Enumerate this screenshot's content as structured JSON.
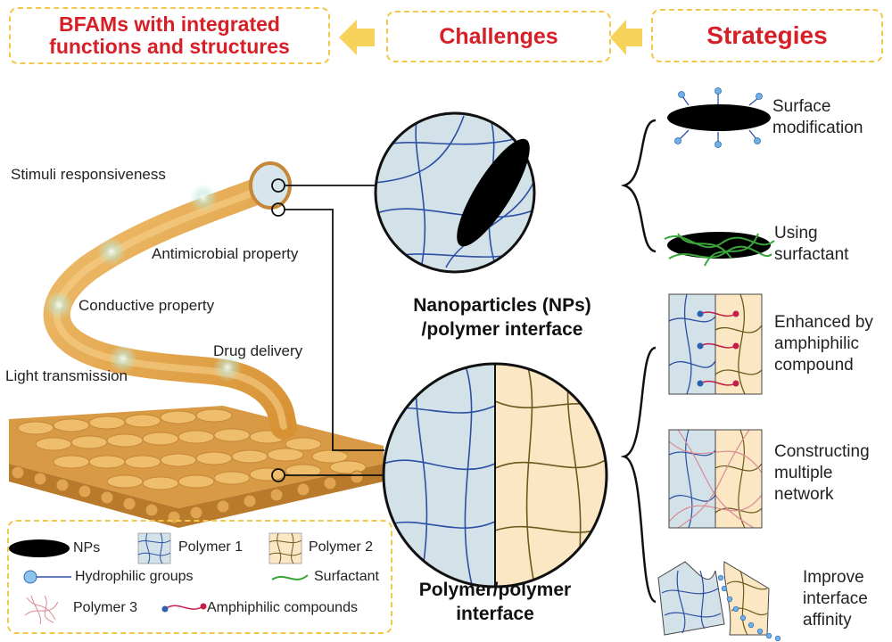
{
  "header": {
    "bfams_line1": "BFAMs with integrated",
    "bfams_line2": "functions and structures",
    "challenges": "Challenges",
    "strategies": "Strategies"
  },
  "fiber_labels": {
    "stimuli": "Stimuli responsiveness",
    "antimicrobial": "Antimicrobial property",
    "conductive": "Conductive property",
    "drug": "Drug delivery",
    "light": "Light transmission"
  },
  "interfaces": {
    "np_line1": "Nanoparticles (NPs)",
    "np_line2": "/polymer interface",
    "pp_line1": "Polymer/polymer",
    "pp_line2": "interface"
  },
  "strategies": {
    "surface_1": "Surface",
    "surface_2": "modification",
    "surfactant_1": "Using",
    "surfactant_2": "surfactant",
    "amph_1": "Enhanced by",
    "amph_2": "amphiphilic",
    "amph_3": "compound",
    "multi_1": "Constructing",
    "multi_2": "multiple",
    "multi_3": "network",
    "affinity_1": "Improve",
    "affinity_2": "interface",
    "affinity_3": "affinity"
  },
  "legend": {
    "nps": "NPs",
    "polymer1": "Polymer 1",
    "polymer2": "Polymer 2",
    "hydrophilic": "Hydrophilic groups",
    "surfactant": "Surfactant",
    "polymer3": "Polymer 3",
    "amphiphilic": "Amphiphilic compounds"
  },
  "colors": {
    "title_red": "#d61f26",
    "dash_yellow": "#f3c84a",
    "polymer1_fill": "#d3e2e8",
    "polymer1_line": "#2c4fa3",
    "polymer2_fill": "#fbe7c3",
    "polymer2_line": "#6b5a1e",
    "polymer3_line": "#d98a96",
    "surfactant": "#3aa53a",
    "hydrophilic": "#4a90d9",
    "amphiphilic": "#c41e4a",
    "fiber": "#e3a84e"
  }
}
